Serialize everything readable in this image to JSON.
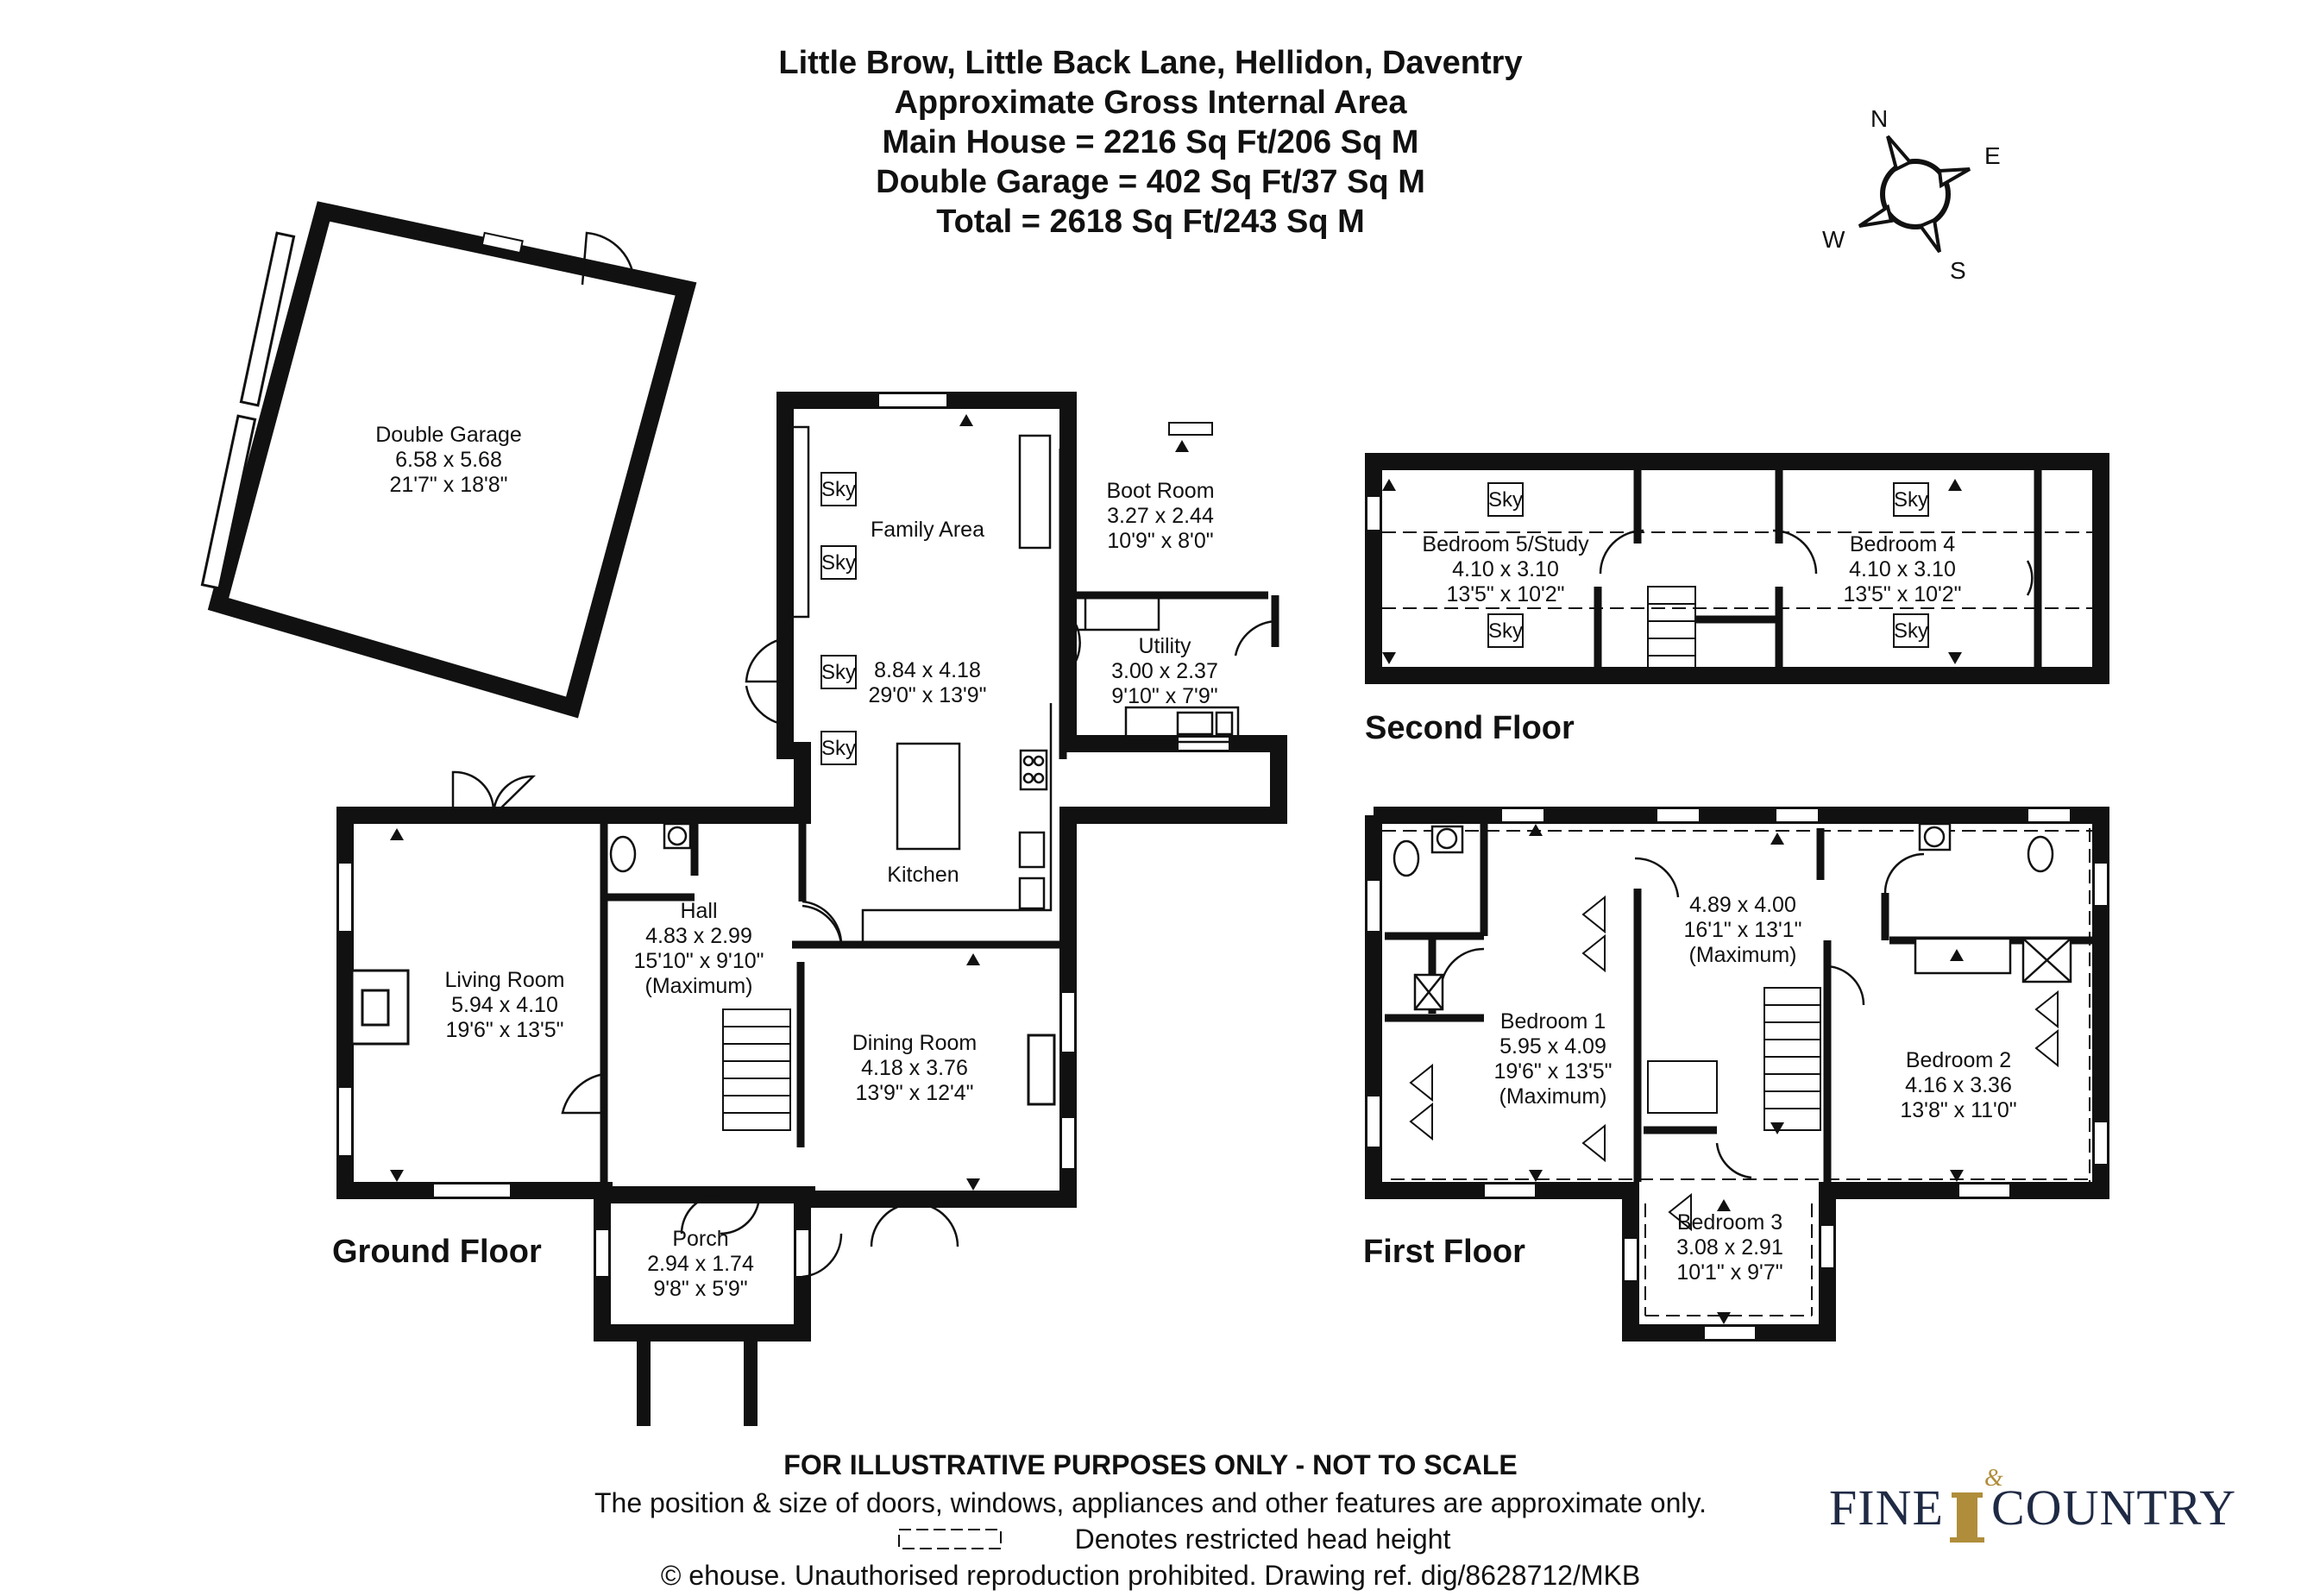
{
  "header": {
    "address": "Little Brow, Little Back Lane, Hellidon, Daventry",
    "area_title": "Approximate Gross Internal Area",
    "main_house": "Main House = 2216 Sq Ft/206 Sq M",
    "garage": "Double Garage = 402 Sq Ft/37 Sq M",
    "total": "Total = 2618 Sq Ft/243 Sq M"
  },
  "compass": {
    "n": "N",
    "e": "E",
    "s": "S",
    "w": "W"
  },
  "floors": {
    "ground": "Ground Floor",
    "first": "First Floor",
    "second": "Second Floor"
  },
  "sky_label": "Sky",
  "rooms": {
    "garage": {
      "name": "Double Garage",
      "metric": "6.58 x 5.68",
      "imperial": "21'7\" x 18'8\""
    },
    "family": {
      "name": "Family Area"
    },
    "family_dims": {
      "metric": "8.84 x 4.18",
      "imperial": "29'0\" x 13'9\""
    },
    "kitchen": {
      "name": "Kitchen"
    },
    "boot": {
      "name": "Boot Room",
      "metric": "3.27 x 2.44",
      "imperial": "10'9\" x 8'0\""
    },
    "utility": {
      "name": "Utility",
      "metric": "3.00 x 2.37",
      "imperial": "9'10\" x 7'9\""
    },
    "living": {
      "name": "Living Room",
      "metric": "5.94 x 4.10",
      "imperial": "19'6\" x 13'5\""
    },
    "hall": {
      "name": "Hall",
      "metric": "4.83 x 2.99",
      "imperial": "15'10\" x 9'10\"",
      "note": "(Maximum)"
    },
    "dining": {
      "name": "Dining Room",
      "metric": "4.18 x 3.76",
      "imperial": "13'9\" x 12'4\""
    },
    "porch": {
      "name": "Porch",
      "metric": "2.94 x 1.74",
      "imperial": "9'8\" x 5'9\""
    },
    "bed5": {
      "name": "Bedroom 5/Study",
      "metric": "4.10 x 3.10",
      "imperial": "13'5\" x 10'2\""
    },
    "bed4": {
      "name": "Bedroom 4",
      "metric": "4.10 x 3.10",
      "imperial": "13'5\" x 10'2\""
    },
    "landing": {
      "metric": "4.89 x 4.00",
      "imperial": "16'1\" x 13'1\"",
      "note": "(Maximum)"
    },
    "bed1": {
      "name": "Bedroom 1",
      "metric": "5.95 x 4.09",
      "imperial": "19'6\" x 13'5\"",
      "note": "(Maximum)"
    },
    "bed2": {
      "name": "Bedroom 2",
      "metric": "4.16 x 3.36",
      "imperial": "13'8\" x 11'0\""
    },
    "bed3": {
      "name": "Bedroom 3",
      "metric": "3.08 x 2.91",
      "imperial": "10'1\" x 9'7\""
    }
  },
  "footer": {
    "disclaimer_title": "FOR ILLUSTRATIVE PURPOSES ONLY - NOT TO SCALE",
    "disclaimer": "The position & size of doors, windows, appliances and other features are approximate only.",
    "legend": "Denotes restricted head height",
    "copyright": "© ehouse. Unauthorised reproduction prohibited. Drawing ref. dig/8628712/MKB"
  },
  "logo": {
    "word1": "FINE",
    "amp": "&",
    "word2": "COUNTRY"
  },
  "colors": {
    "wall": "#111111",
    "logo": "#1f2a44",
    "logo_accent": "#b08d3a"
  }
}
